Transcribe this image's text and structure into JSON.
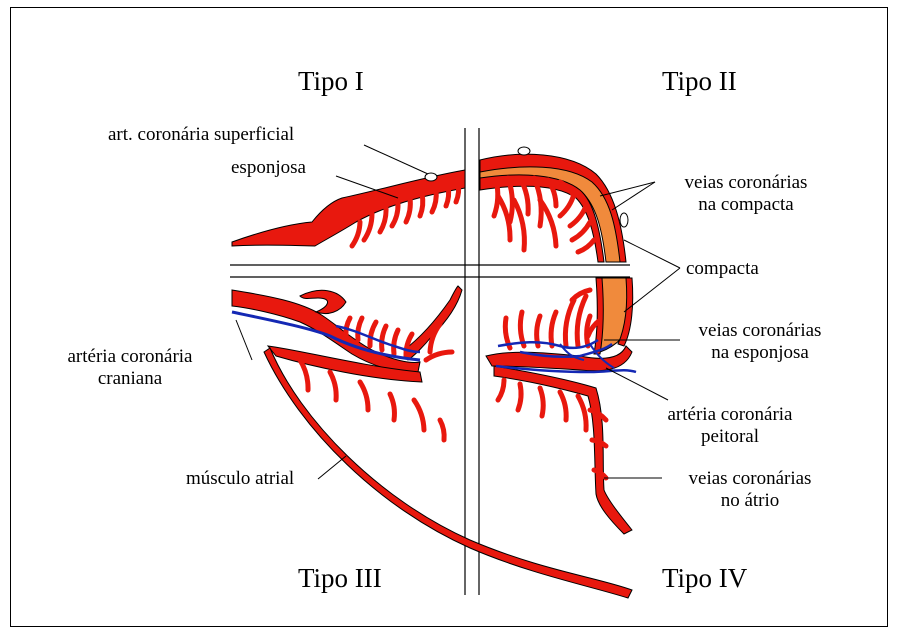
{
  "colors": {
    "vessel": "#e8180e",
    "compacta": "#f08a3c",
    "vein": "#1428b4",
    "line": "#000000"
  },
  "titles": {
    "t1": "Tipo I",
    "t2": "Tipo II",
    "t3": "Tipo III",
    "t4": "Tipo IV"
  },
  "labels": {
    "art_sup": "art. coronária superficial",
    "esponjosa": "esponjosa",
    "veias_compacta_1": "veias coronárias",
    "veias_compacta_2": "na compacta",
    "compacta": "compacta",
    "arteria_craniana_1": "artéria coronária",
    "arteria_craniana_2": "craniana",
    "veias_esponjosa_1": "veias coronárias",
    "veias_esponjosa_2": "na esponjosa",
    "arteria_peitoral_1": "artéria coronária",
    "arteria_peitoral_2": "peitoral",
    "musculo_atrial": "músculo atrial",
    "veias_atrio_1": "veias coronárias",
    "veias_atrio_2": "no átrio"
  }
}
